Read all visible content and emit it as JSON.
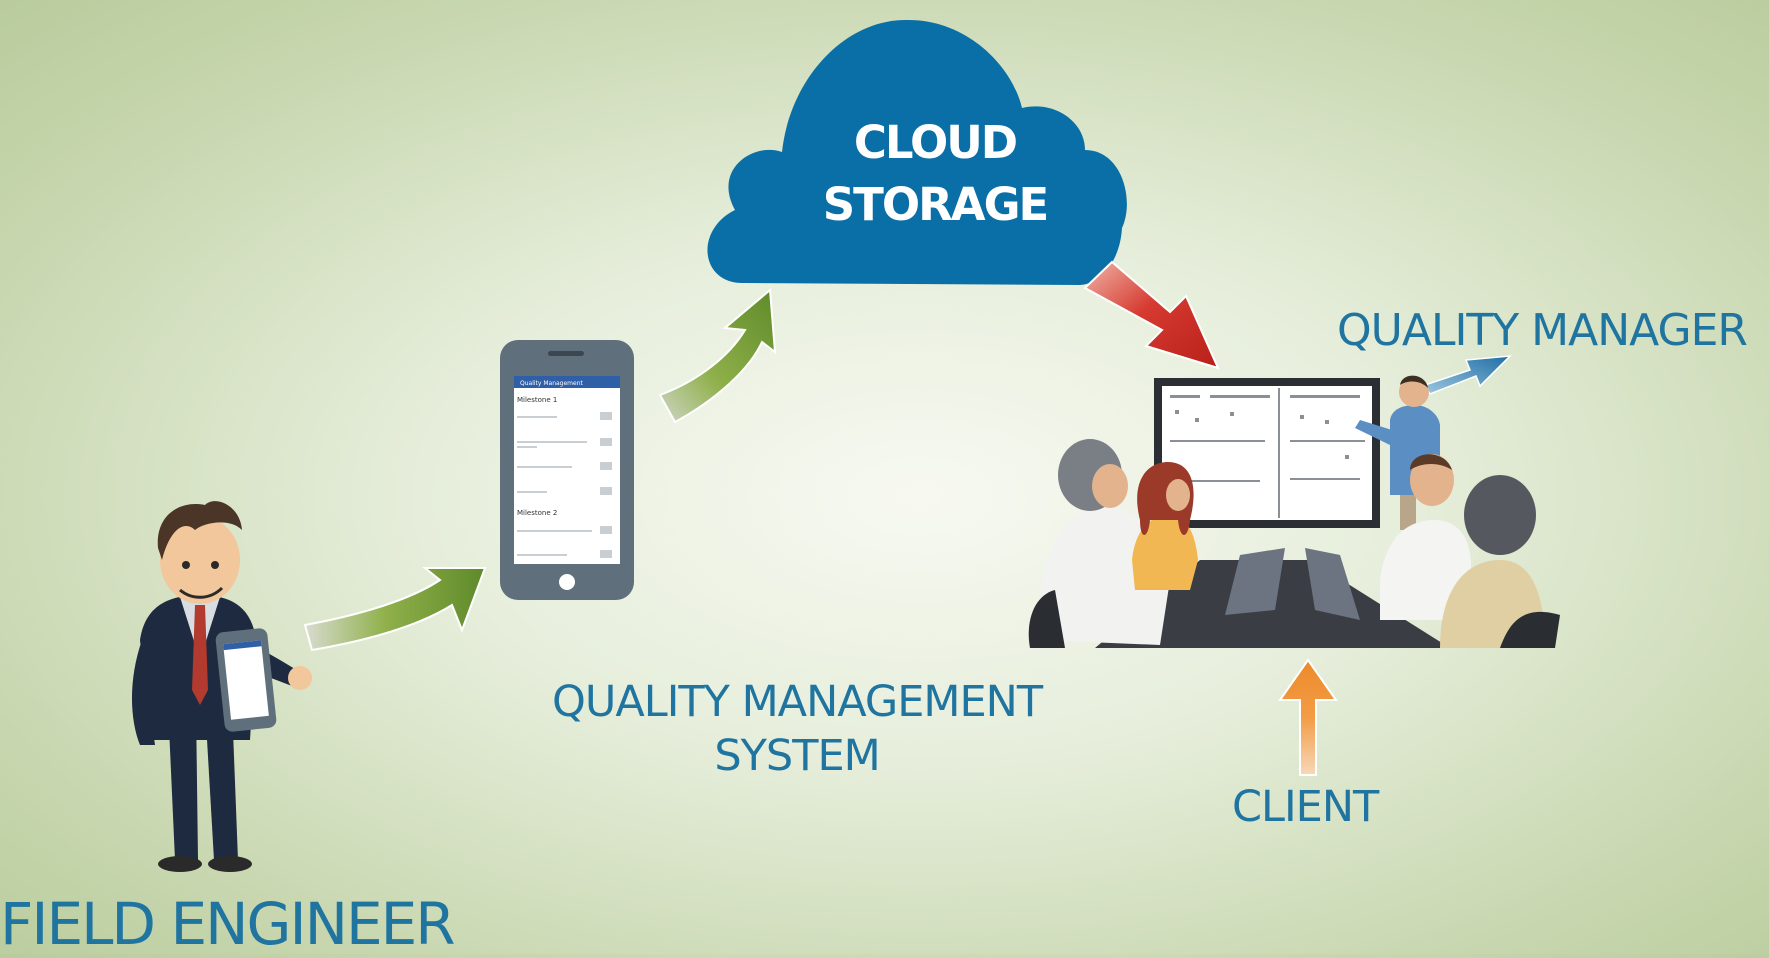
{
  "cloud": {
    "line1": "CLOUD",
    "line2": "STORAGE",
    "color": "#0a6fa6"
  },
  "labels": {
    "quality_manager": "QUALITY MANAGER",
    "qms_line1": "QUALITY MANAGEMENT",
    "qms_line2": "SYSTEM",
    "client": "CLIENT",
    "field_engineer": "FIELD ENGINEER"
  },
  "phone": {
    "header": "Quality Management",
    "sections": [
      "Milestone 1",
      "Milestone 2"
    ]
  },
  "arrows": [
    {
      "from": "field-engineer",
      "to": "phone",
      "color": "#7ba03a"
    },
    {
      "from": "phone",
      "to": "cloud",
      "color": "#7ba03a"
    },
    {
      "from": "cloud",
      "to": "meeting",
      "color": "#d32f2f"
    },
    {
      "from": "meeting",
      "to": "quality-manager",
      "color": "#2a7fb5"
    },
    {
      "from": "client",
      "to": "meeting",
      "color": "#f0963a"
    }
  ]
}
